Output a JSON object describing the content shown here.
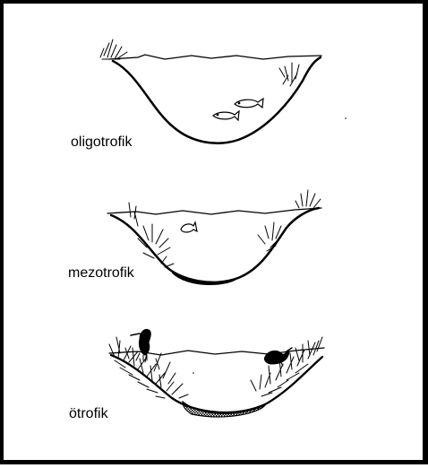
{
  "diagram": {
    "labels": {
      "oligotrophic": "oligotrofik",
      "mesotrophic": "mezotrofik",
      "eutrophic": "ötrofik"
    }
  }
}
